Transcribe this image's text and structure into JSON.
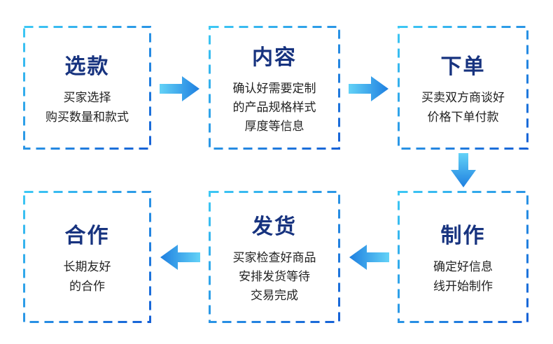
{
  "page": {
    "background": "#ffffff",
    "type": "purchase-process-flowchart"
  },
  "colors": {
    "title_text": "#17337f",
    "body_text": "#222222",
    "border_gradient_from": "#3dc8f4",
    "border_gradient_to": "#1661d6",
    "arrow_gradient_from": "#63d2f7",
    "arrow_gradient_to": "#1e7fe0"
  },
  "steps": [
    {
      "id": "select",
      "title": "选款",
      "desc": "买家选择\n购买数量和款式"
    },
    {
      "id": "content",
      "title": "内容",
      "desc": "确认好需要定制\n的产品规格样式\n厚度等信息"
    },
    {
      "id": "order",
      "title": "下单",
      "desc": "买卖双方商谈好\n价格下单付款"
    },
    {
      "id": "cooperate",
      "title": "合作",
      "desc": "长期友好\n的合作"
    },
    {
      "id": "ship",
      "title": "发货",
      "desc": "买家检查好商品\n安排发货等待\n交易完成"
    },
    {
      "id": "produce",
      "title": "制作",
      "desc": "确定好信息\n线开始制作"
    }
  ],
  "arrows": [
    {
      "direction": "right",
      "from": "选款",
      "to": "内容"
    },
    {
      "direction": "right",
      "from": "内容",
      "to": "下单"
    },
    {
      "direction": "down",
      "from": "下单",
      "to": "制作"
    },
    {
      "direction": "left",
      "from": "制作",
      "to": "发货"
    },
    {
      "direction": "left",
      "from": "发货",
      "to": "合作"
    }
  ]
}
